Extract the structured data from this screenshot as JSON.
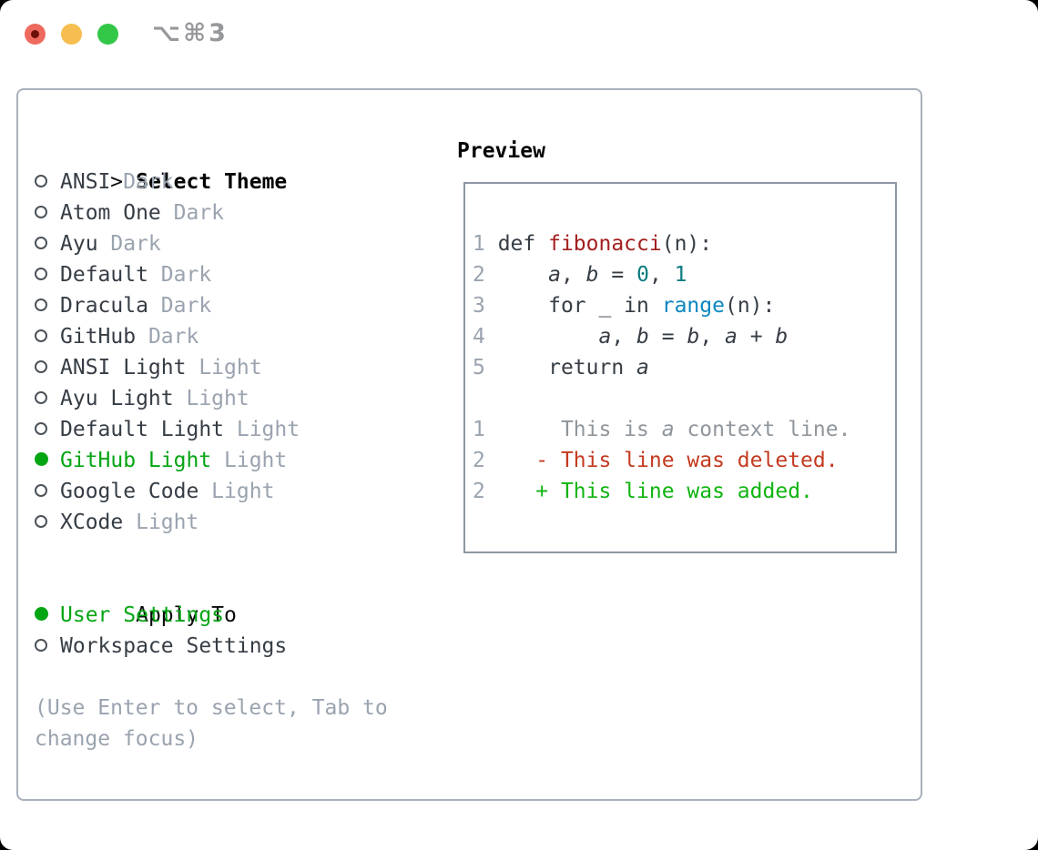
{
  "window": {
    "shortcut_label": "⌥⌘3",
    "traffic_lights": [
      {
        "name": "close",
        "color": "#ee6a5e"
      },
      {
        "name": "minimize",
        "color": "#f6be50"
      },
      {
        "name": "zoom",
        "color": "#33c748"
      }
    ]
  },
  "theme_picker": {
    "prompt": ">",
    "title": "Select Theme",
    "themes": [
      {
        "name": "ANSI",
        "variant": "Dark",
        "selected": false
      },
      {
        "name": "Atom One",
        "variant": "Dark",
        "selected": false
      },
      {
        "name": "Ayu",
        "variant": "Dark",
        "selected": false
      },
      {
        "name": "Default",
        "variant": "Dark",
        "selected": false
      },
      {
        "name": "Dracula",
        "variant": "Dark",
        "selected": false
      },
      {
        "name": "GitHub",
        "variant": "Dark",
        "selected": false
      },
      {
        "name": "ANSI Light",
        "variant": "Light",
        "selected": false
      },
      {
        "name": "Ayu Light",
        "variant": "Light",
        "selected": false
      },
      {
        "name": "Default Light",
        "variant": "Light",
        "selected": false
      },
      {
        "name": "GitHub Light",
        "variant": "Light",
        "selected": true
      },
      {
        "name": "Google Code",
        "variant": "Light",
        "selected": false
      },
      {
        "name": "XCode",
        "variant": "Light",
        "selected": false
      }
    ],
    "apply_to": {
      "title": "Apply To",
      "options": [
        {
          "label": "User Settings",
          "selected": true
        },
        {
          "label": "Workspace Settings",
          "selected": false
        }
      ]
    },
    "help_lines": [
      "(Use Enter to select, Tab to",
      "change focus)"
    ]
  },
  "preview": {
    "title": "Preview",
    "lines": [
      [
        {
          "t": "1 ",
          "c": "n"
        },
        {
          "t": "def ",
          "c": "d"
        },
        {
          "t": "fibonacci",
          "c": "fn"
        },
        {
          "t": "(n):",
          "c": "d"
        }
      ],
      [
        {
          "t": "2",
          "c": "n"
        },
        {
          "t": "     ",
          "c": "d"
        },
        {
          "t": "a",
          "c": "it"
        },
        {
          "t": ", ",
          "c": "d"
        },
        {
          "t": "b",
          "c": "it"
        },
        {
          "t": " = ",
          "c": "d"
        },
        {
          "t": "0",
          "c": "nm"
        },
        {
          "t": ", ",
          "c": "d"
        },
        {
          "t": "1",
          "c": "nm"
        }
      ],
      [
        {
          "t": "3",
          "c": "n"
        },
        {
          "t": "     for _ in ",
          "c": "d"
        },
        {
          "t": "range",
          "c": "bi"
        },
        {
          "t": "(n):",
          "c": "d"
        }
      ],
      [
        {
          "t": "4",
          "c": "n"
        },
        {
          "t": "         ",
          "c": "d"
        },
        {
          "t": "a",
          "c": "it"
        },
        {
          "t": ", ",
          "c": "d"
        },
        {
          "t": "b",
          "c": "it"
        },
        {
          "t": " = ",
          "c": "d"
        },
        {
          "t": "b",
          "c": "it"
        },
        {
          "t": ", ",
          "c": "d"
        },
        {
          "t": "a",
          "c": "it"
        },
        {
          "t": " + ",
          "c": "d"
        },
        {
          "t": "b",
          "c": "it"
        }
      ],
      [
        {
          "t": "5",
          "c": "n"
        },
        {
          "t": "     return ",
          "c": "d"
        },
        {
          "t": "a",
          "c": "it"
        }
      ],
      [],
      [
        {
          "t": "1",
          "c": "n"
        },
        {
          "t": "      This is ",
          "c": "ctx"
        },
        {
          "t": "a",
          "c": "ctx it"
        },
        {
          "t": " context line.",
          "c": "ctx"
        }
      ],
      [
        {
          "t": "2",
          "c": "n"
        },
        {
          "t": "    ",
          "c": "d"
        },
        {
          "t": "- This line was deleted.",
          "c": "del"
        }
      ],
      [
        {
          "t": "2",
          "c": "n"
        },
        {
          "t": "    ",
          "c": "d"
        },
        {
          "t": "+ This line was added.",
          "c": "add"
        }
      ]
    ]
  },
  "colors": {
    "selected_green": "#04a513",
    "added_green": "#10b410",
    "deleted_red": "#c43a20",
    "function_red": "#a31f1f",
    "builtin_blue": "#0c86c0",
    "number_teal": "#0d7d80",
    "text_dark": "#363d45",
    "muted_gray": "#9aa3af",
    "context_gray": "#8f969c",
    "panel_border": "#a9b1bc",
    "preview_border": "#8d97a3"
  }
}
